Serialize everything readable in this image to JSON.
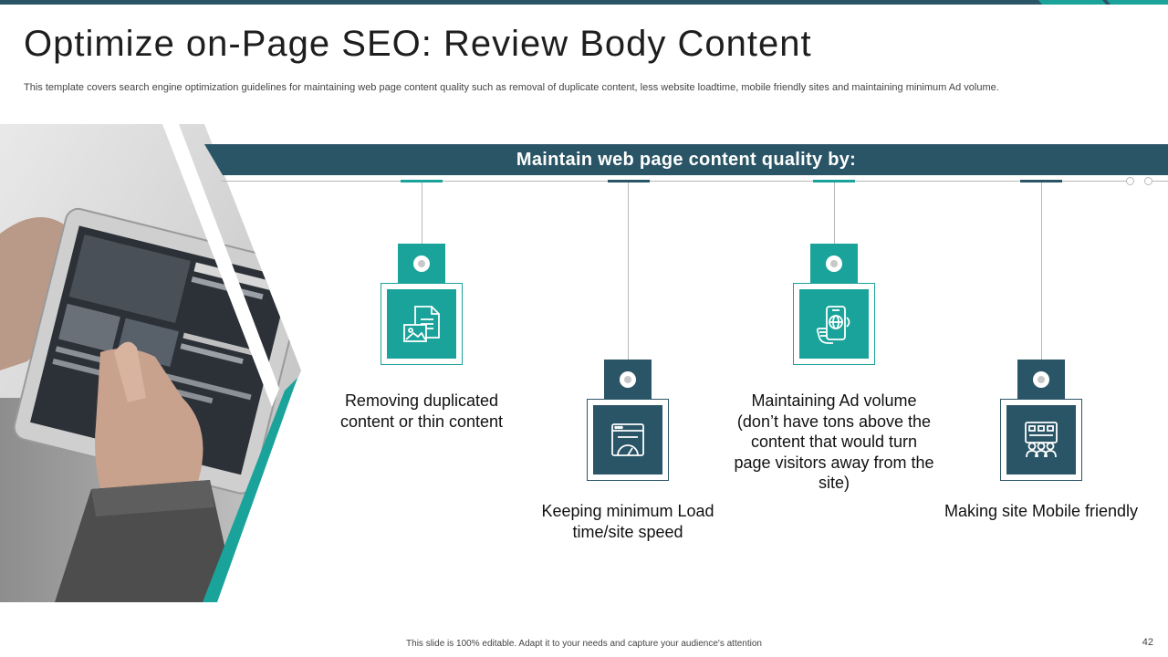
{
  "slide": {
    "title": "Optimize on-Page SEO: Review Body Content",
    "subtitle": "This template covers search engine optimization guidelines for maintaining web page content quality such as removal of duplicate content, less website loadtime, mobile friendly sites and maintaining minimum Ad volume.",
    "banner": "Maintain web page content quality by:",
    "items": [
      {
        "label": "Removing duplicated content or thin content",
        "icon": "document-image-icon",
        "color": "#1aa39a"
      },
      {
        "label": "Keeping minimum Load time/site speed",
        "icon": "speed-gauge-window-icon",
        "color": "#2a5566"
      },
      {
        "label": "Maintaining Ad volume (don’t have tons above the content that would turn page visitors  away from the site)",
        "icon": "mobile-globe-hand-icon",
        "color": "#1aa39a"
      },
      {
        "label": "Making site Mobile friendly",
        "icon": "group-users-screen-icon",
        "color": "#2a5566"
      }
    ],
    "footer": "This slide is 100% editable. Adapt it to your needs and capture your audience's attention",
    "page_number": "42"
  },
  "colors": {
    "primary": "#2a5566",
    "accent": "#1aa39a"
  }
}
